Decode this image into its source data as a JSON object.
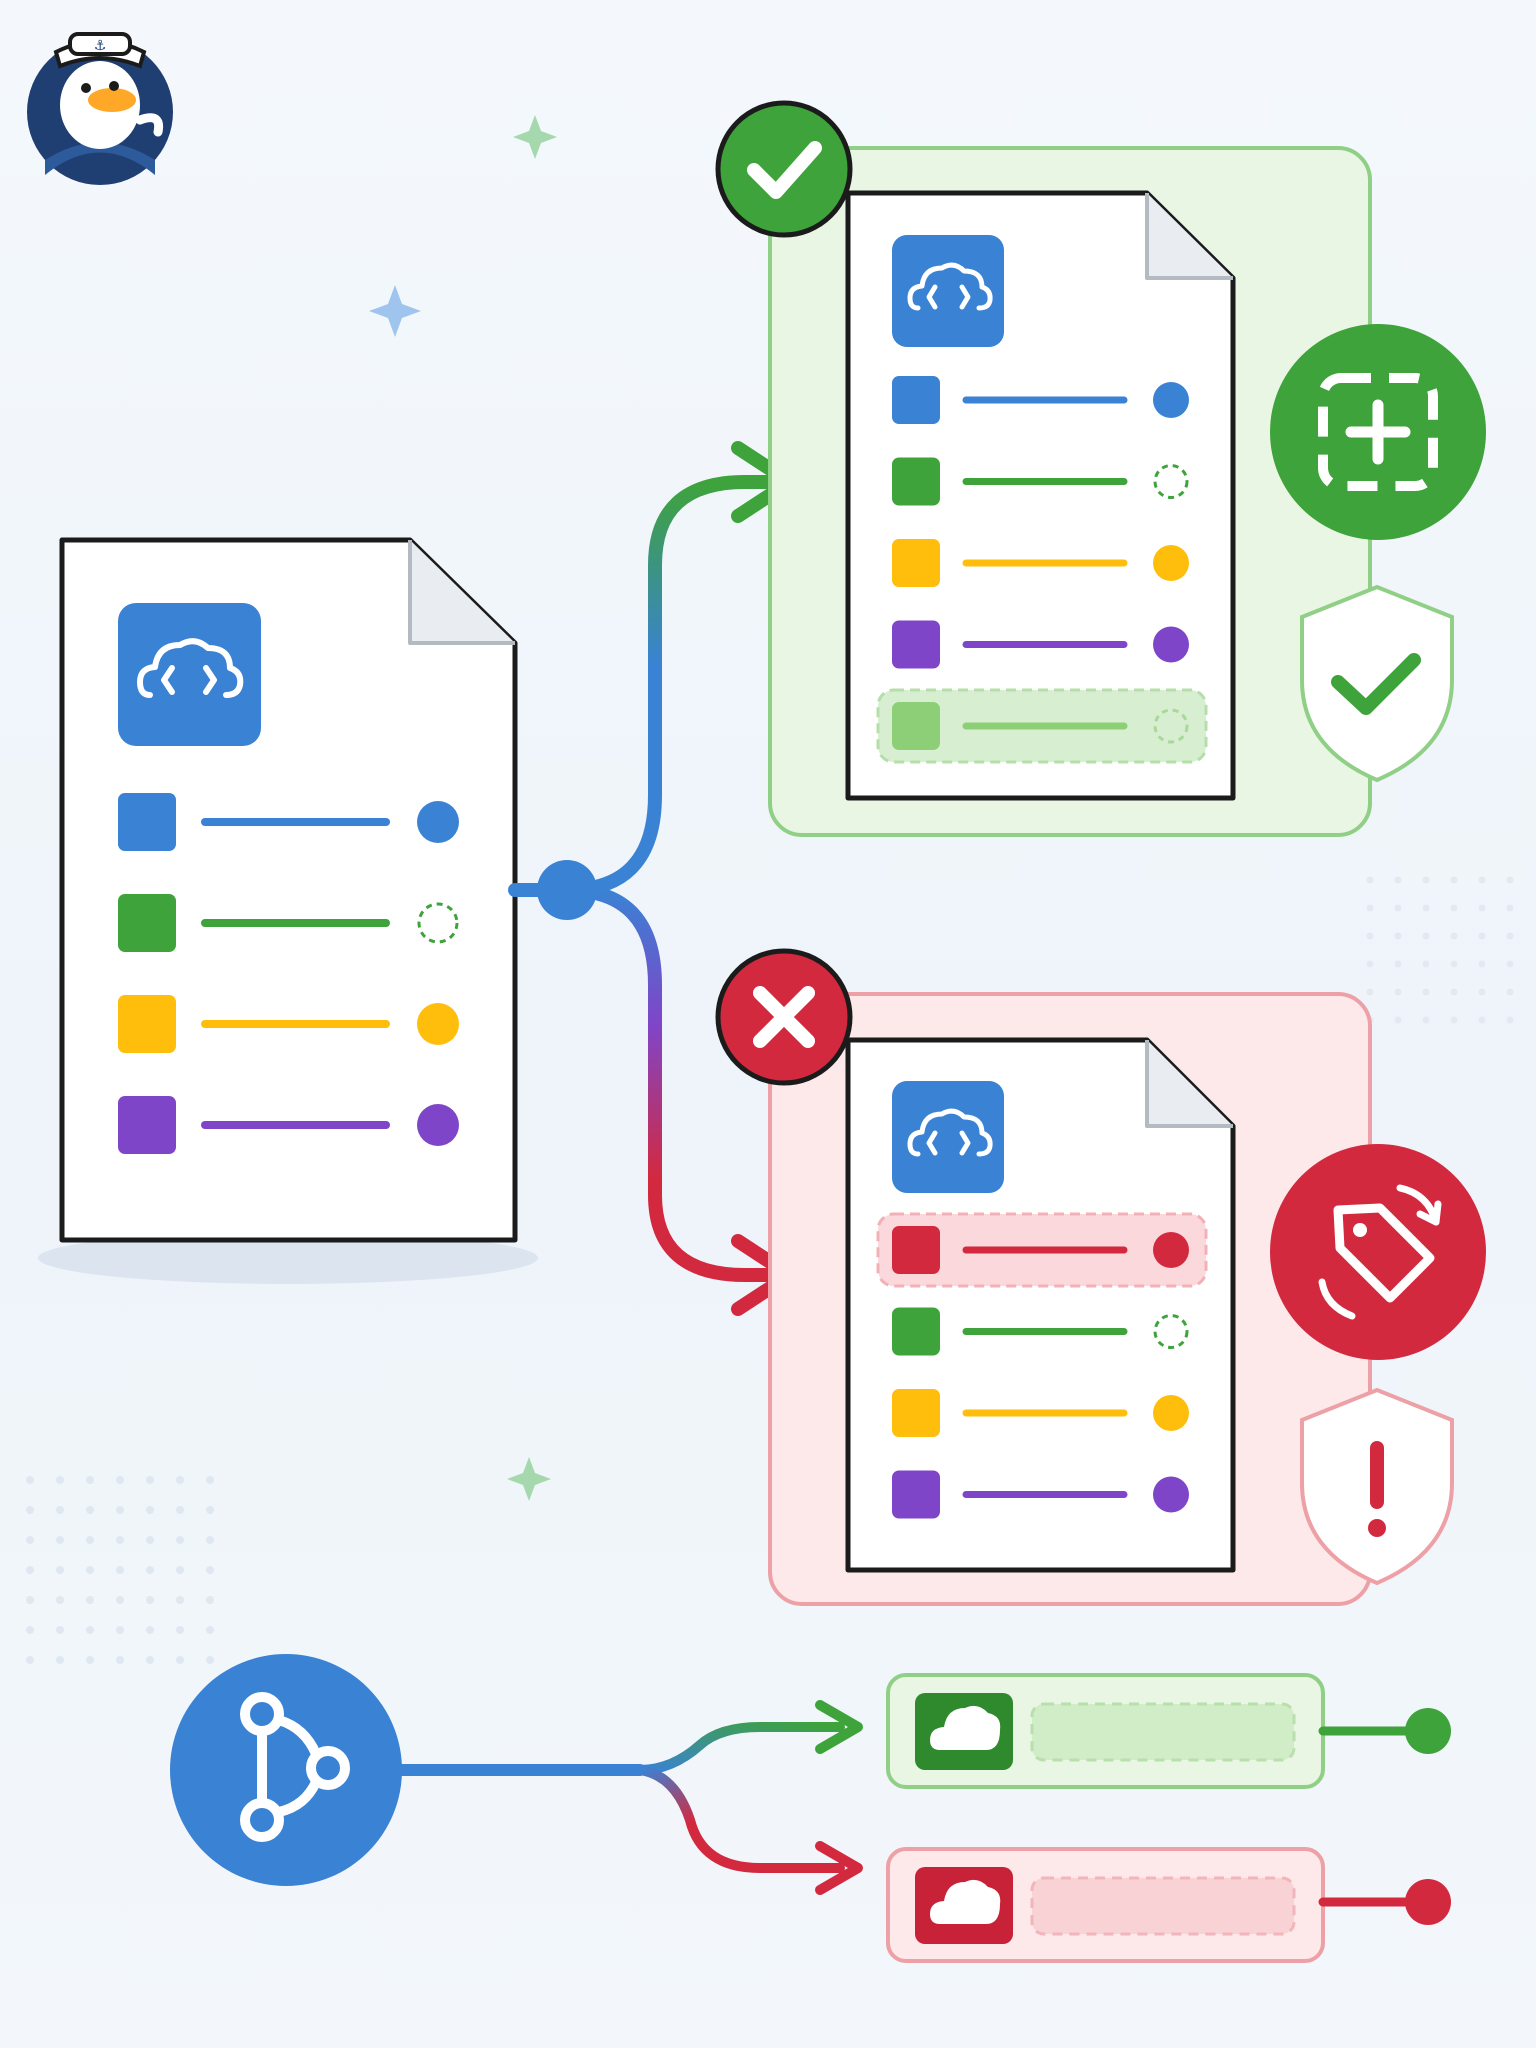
{
  "colors": {
    "blue": "#3a82d4",
    "green": "#3ea33a",
    "yellow": "#ffbe0b",
    "purple": "#7f45c8",
    "red": "#d3293f",
    "ink": "#1b1b1b",
    "success_bg": "#e9f6e3",
    "success_border": "#8fcf86",
    "error_bg": "#fde9ea",
    "error_border": "#eda0a6",
    "sparkle_green": "#a6d8ad",
    "sparkle_blue": "#9fc4ee",
    "mascot_navy": "#1f3f73"
  },
  "mascot": {
    "icon": "sailor-duck-mascot-icon"
  },
  "source_document": {
    "icon": "cloud-code-icon",
    "rows": [
      {
        "color": "blue",
        "status": "filled"
      },
      {
        "color": "green",
        "status": "dashed"
      },
      {
        "color": "yellow",
        "status": "filled"
      },
      {
        "color": "purple",
        "status": "filled"
      }
    ]
  },
  "success_branch": {
    "status_icon": "check-icon",
    "action_icon": "add-field-icon",
    "shield_icon": "shield-check-icon",
    "rows": [
      {
        "color": "blue",
        "status": "filled"
      },
      {
        "color": "green",
        "status": "dashed"
      },
      {
        "color": "yellow",
        "status": "filled"
      },
      {
        "color": "purple",
        "status": "filled"
      },
      {
        "color": "green",
        "status": "dashed",
        "highlight": "added"
      }
    ]
  },
  "failure_branch": {
    "status_icon": "close-icon",
    "action_icon": "tag-rotate-icon",
    "shield_icon": "shield-alert-icon",
    "rows": [
      {
        "color": "red",
        "status": "filled",
        "highlight": "error"
      },
      {
        "color": "green",
        "status": "dashed"
      },
      {
        "color": "yellow",
        "status": "filled"
      },
      {
        "color": "purple",
        "status": "filled"
      }
    ]
  },
  "legend": {
    "source_icon": "branch-icon",
    "outcomes": [
      {
        "color": "green",
        "icon": "cloud-icon"
      },
      {
        "color": "red",
        "icon": "cloud-icon"
      }
    ]
  }
}
